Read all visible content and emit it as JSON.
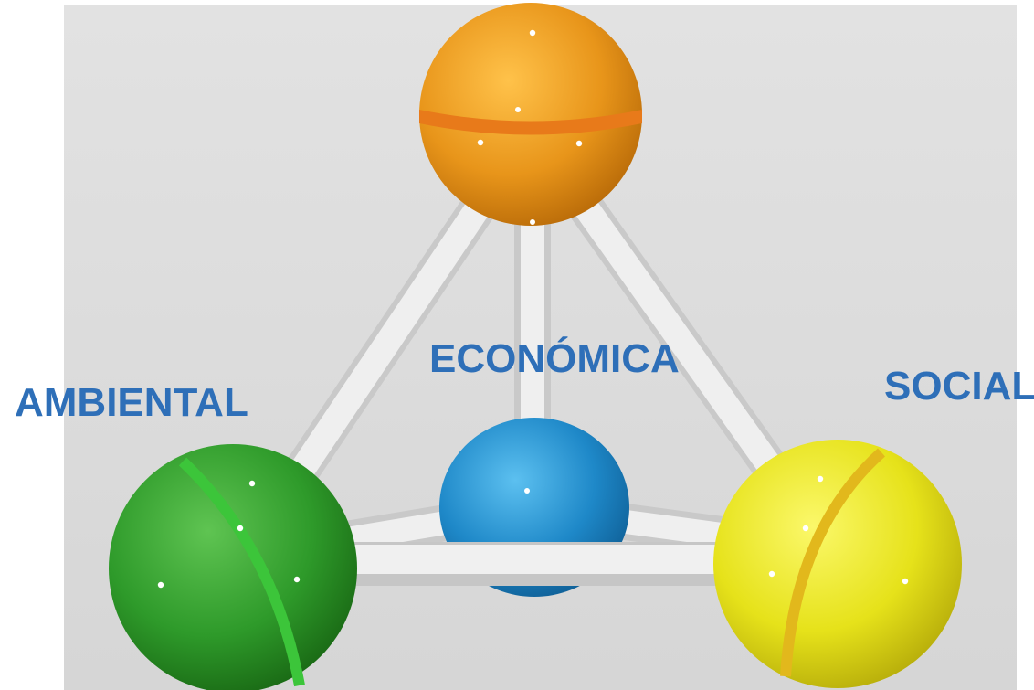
{
  "labels": {
    "economica": "ECONÓMICA",
    "ambiental": "AMBIENTAL",
    "social": "SOCIAL"
  },
  "colors": {
    "background": "#dcdcdc",
    "label_text": "#2e6fb8",
    "sphere_top": "#e8951a",
    "sphere_center": "#1e88c8",
    "sphere_left": "#2e9a2a",
    "sphere_right": "#e6e21a",
    "rods": "#e6e6e6"
  }
}
